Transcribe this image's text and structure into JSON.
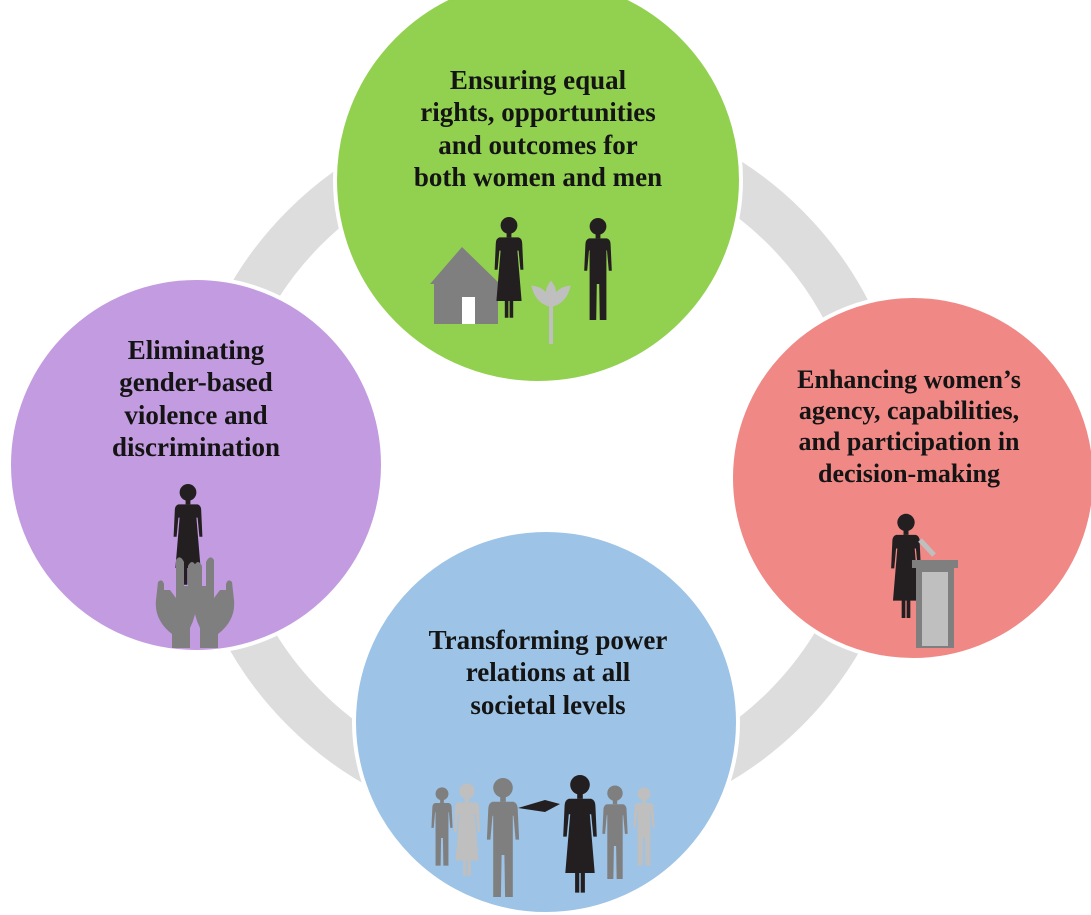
{
  "colors": {
    "ring": "#dddddd",
    "equal_rights": "#92d050",
    "gender_violence": "#c39be0",
    "womens_agency": "#f08886",
    "power_relations": "#9dc3e6",
    "silhouette_dark": "#231f20",
    "silhouette_mid": "#7f7f80",
    "silhouette_light": "#bfbfbf"
  },
  "nodes": {
    "equal_rights": {
      "lines": [
        "Ensuring equal",
        "rights, opportunities",
        "and outcomes for",
        "both women and men"
      ],
      "icon": "woman-man-house-plant-icon"
    },
    "gender_violence": {
      "lines": [
        "Eliminating",
        "gender-based",
        "violence and",
        "discrimination"
      ],
      "icon": "woman-protected-hands-icon"
    },
    "womens_agency": {
      "lines": [
        "Enhancing women’s",
        "agency, capabilities,",
        "and participation in",
        "decision-making"
      ],
      "icon": "woman-at-podium-icon"
    },
    "power_relations": {
      "lines": [
        "Transforming power",
        "relations at all",
        "societal levels"
      ],
      "icon": "group-handshake-icon"
    }
  }
}
